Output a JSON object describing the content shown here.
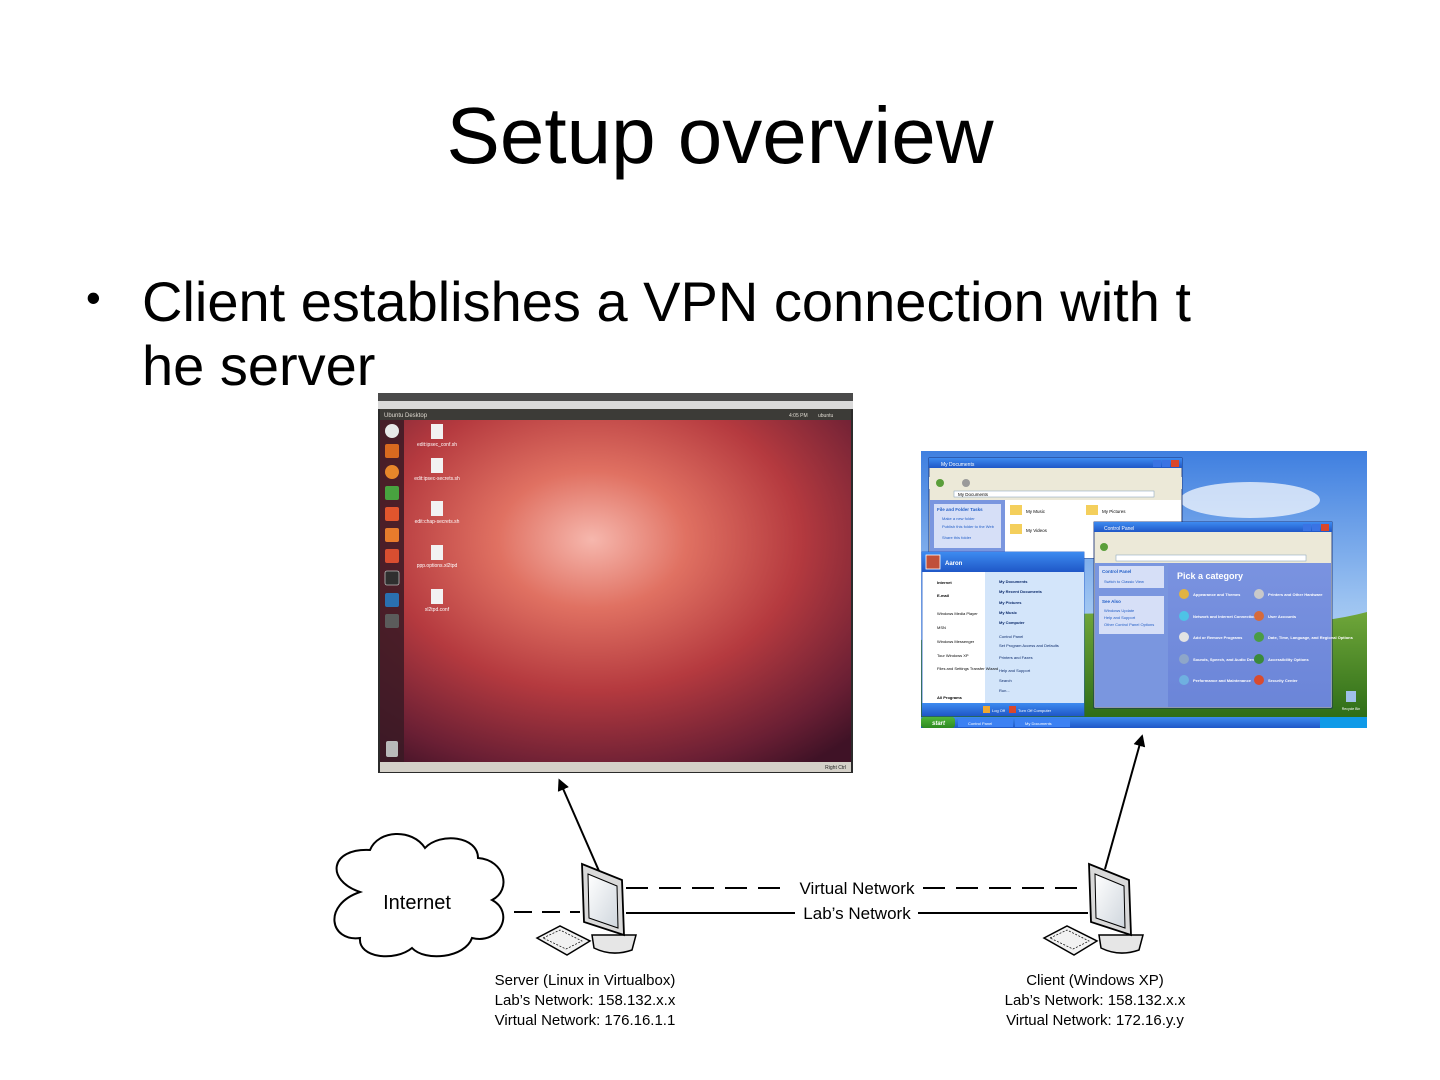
{
  "slide": {
    "title": "Setup overview",
    "bullet_line1": "Client establishes a VPN connection with t",
    "bullet_line2": "he server"
  },
  "ubuntu": {
    "window_title": "Ubuntu Desktop",
    "clock": "4:05 PM",
    "user": "ubuntu",
    "statusbar_right": "Right Ctrl",
    "files": [
      "edit:ipsec_conf.sh",
      "edit:ipsec-secrets.sh",
      "edit:chap-secrets.sh",
      "ppp.options.xl2tpd",
      "xl2tpd.conf"
    ]
  },
  "winxp": {
    "explorer_title": "My Documents",
    "explorer_address": "My Documents",
    "explorer_tasks_header": "File and Folder Tasks",
    "explorer_tasks": [
      "Make a new folder",
      "Publish this folder to the Web",
      "Share this folder"
    ],
    "explorer_items": [
      "My Music",
      "My Pictures",
      "My Videos"
    ],
    "start_user": "Aaron",
    "start_left": [
      "Internet",
      "E-mail",
      "Windows Media Player",
      "MSN",
      "Windows Messenger",
      "Tour Windows XP",
      "Files and Settings Transfer Wizard"
    ],
    "start_right": [
      "My Documents",
      "My Recent Documents",
      "My Pictures",
      "My Music",
      "My Computer",
      "Control Panel",
      "Set Program Access and Defaults",
      "Printers and Faxes",
      "Help and Support",
      "Search",
      "Run..."
    ],
    "all_programs": "All Programs",
    "log_off": "Log Off",
    "turn_off": "Turn Off Computer",
    "cp_title": "Control Panel",
    "cp_heading": "Pick a category",
    "cp_side_header": "Control Panel",
    "cp_side_link": "Switch to Classic View",
    "cp_see_also": "See Also",
    "cp_see_also_items": [
      "Windows Update",
      "Help and Support",
      "Other Control Panel Options"
    ],
    "cp_categories": [
      "Appearance and Themes",
      "Printers and Other Hardware",
      "Network and Internet Connections",
      "User Accounts",
      "Add or Remove Programs",
      "Date, Time, Language, and Regional Options",
      "Sounds, Speech, and Audio Devices",
      "Accessibility Options",
      "Performance and Maintenance",
      "Security Center"
    ],
    "taskbar_start": "start",
    "taskbar_items": [
      "Control Panel",
      "My Documents"
    ],
    "recycle_bin": "Recycle Bin"
  },
  "diagram": {
    "internet": "Internet",
    "virtual_network": "Virtual Network",
    "labs_network": "Lab’s Network",
    "server_label": [
      "Server (Linux in Virtualbox)",
      "Lab’s Network: 158.132.x.x",
      "Virtual Network: 176.16.1.1"
    ],
    "client_label": [
      "Client (Windows XP)",
      "Lab’s Network: 158.132.x.x",
      "Virtual Network: 172.16.y.y"
    ]
  }
}
